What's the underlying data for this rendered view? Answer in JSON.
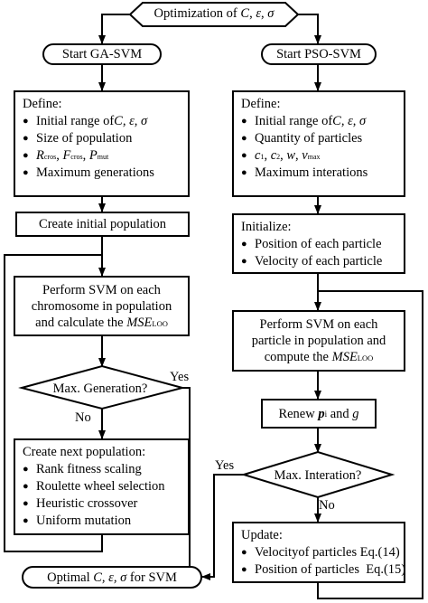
{
  "top": {
    "label": "Optimization of ",
    "sym_c": "C",
    "sep1": ", ",
    "sym_eps": "ε",
    "sep2": ", ",
    "sym_sigma": "σ"
  },
  "ga": {
    "start": "Start GA-SVM",
    "define_title": "Define:",
    "define_range": "Initial range of ",
    "define_range_syms": "C, ε, σ",
    "define_pop": "Size of population",
    "r_sym": "R",
    "r_sub": "cros",
    "f_sym": "F",
    "f_sub": "cros",
    "p_sym": "P",
    "p_sub": "mut",
    "comma": ", ",
    "define_gen": "Maximum generations",
    "create": "Create initial population",
    "svm_line1": "Perform SVM on each",
    "svm_line2": "chromosome in population",
    "svm_line3": "and calculate the ",
    "mse": "MSE",
    "mse_sub": "LOO",
    "decision": "Max. Generation?",
    "yes": "Yes",
    "no": "No",
    "next_title": "Create next population:",
    "next_items": [
      "Rank fitness scaling",
      "Roulette wheel selection",
      "Heuristic crossover",
      "Uniform mutation"
    ]
  },
  "pso": {
    "start": "Start PSO-SVM",
    "define_title": "Define:",
    "define_range": "Initial range of ",
    "define_range_syms": "C, ε, σ",
    "define_particles": "Quantity of particles",
    "c1": "c",
    "c1_sub": "1",
    "c2": "c",
    "c2_sub": "2",
    "w": "w",
    "v": "v",
    "v_sub": "max",
    "comma": ", ",
    "define_iter": "Maximum interations",
    "init_title": "Initialize:",
    "init_items": [
      "Position of each particle",
      "Velocity of each particle"
    ],
    "svm_line1": "Perform SVM on each",
    "svm_line2": "particle in population and",
    "svm_line3": "compute the ",
    "mse": "MSE",
    "mse_sub": "LOO",
    "renew_label": "Renew ",
    "renew_p": "p",
    "renew_p_sub": "i",
    "renew_and": " and ",
    "renew_g": "g",
    "decision": "Max. Interation?",
    "yes": "Yes",
    "no": "No",
    "update_title": "Update:",
    "update_items": [
      "Velocityof particles Eq.(14)",
      "Position of particles  Eq.(15)"
    ]
  },
  "final": {
    "label": "Optimal ",
    "syms": "C, ε, σ",
    "tail": " for SVM"
  },
  "bullet": "●",
  "colors": {
    "line": "#000000",
    "background": "#ffffff"
  }
}
